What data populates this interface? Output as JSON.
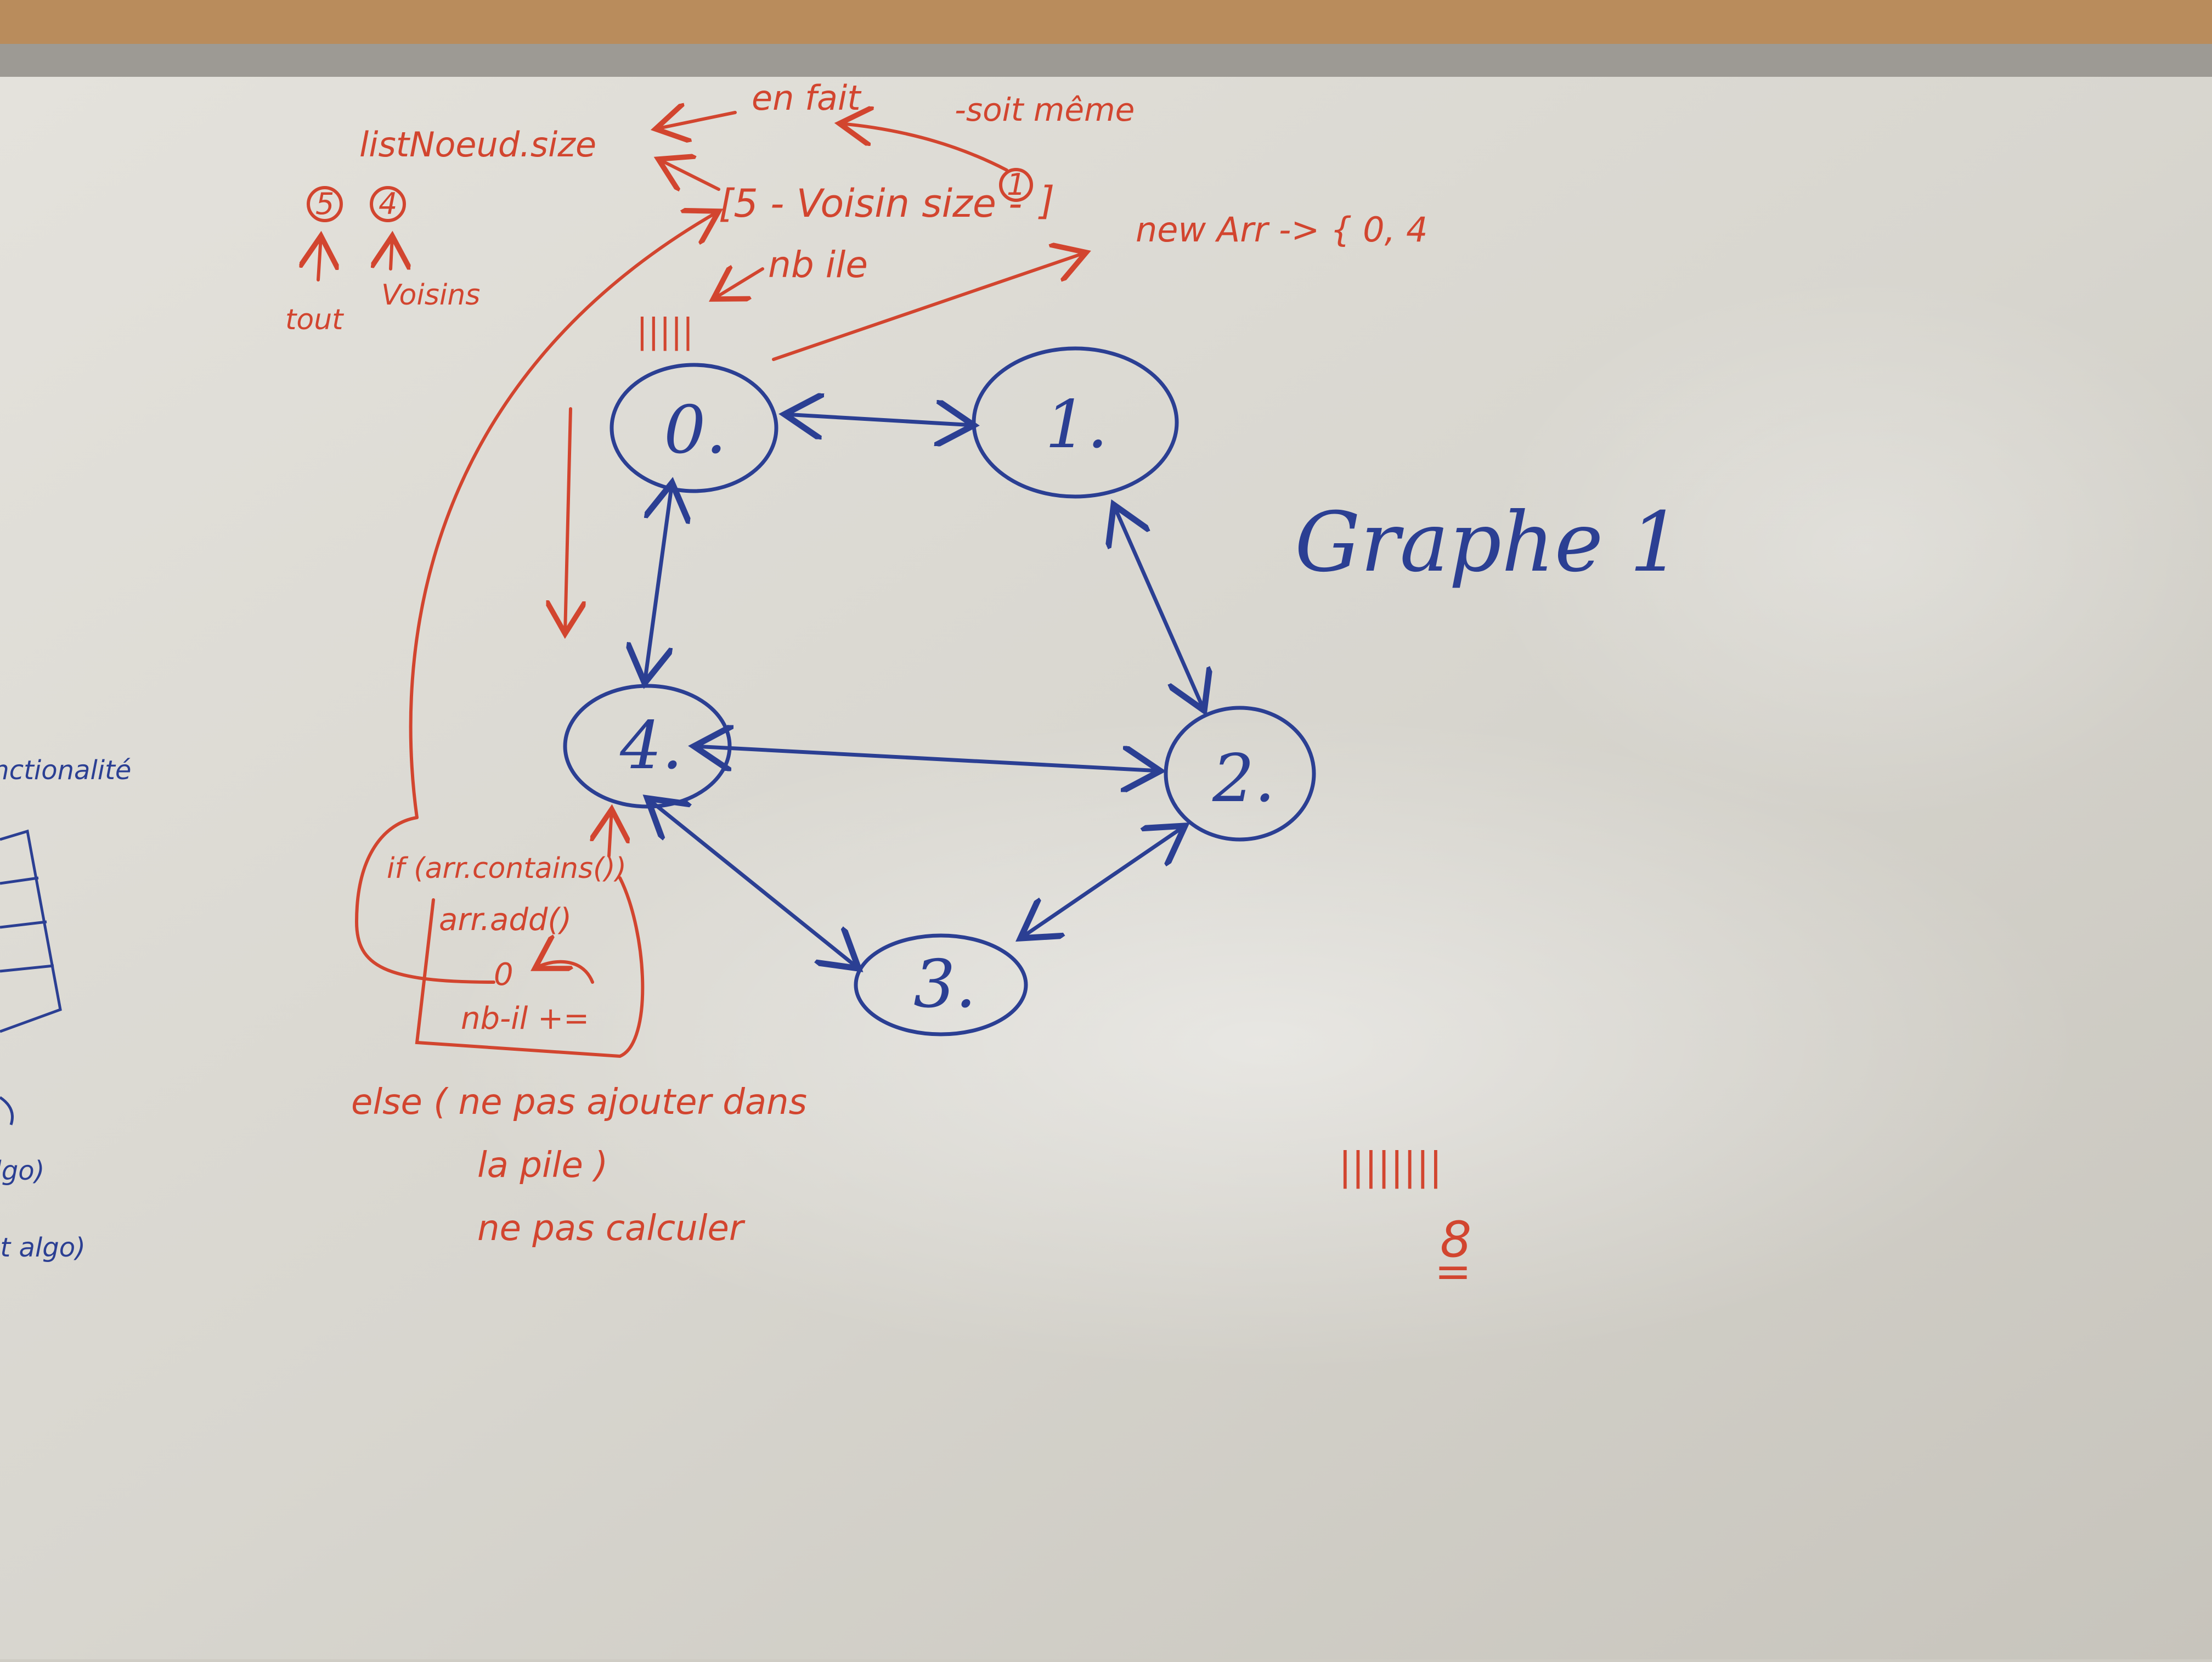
{
  "board_title": "Graphe 1",
  "colors": {
    "blue_marker": "#2b3f93",
    "red_marker": "#d2452f",
    "board": "#dcdad3",
    "frame": "#b98c5c"
  },
  "nodes": [
    {
      "id": "n0",
      "label": "0."
    },
    {
      "id": "n1",
      "label": "1."
    },
    {
      "id": "n2",
      "label": "2."
    },
    {
      "id": "n3",
      "label": "3."
    },
    {
      "id": "n4",
      "label": "4."
    }
  ],
  "red_notes": {
    "list_size": "listNoeud.size",
    "en_fait": "en fait",
    "soit_meme": "-soit même",
    "five": "5",
    "four": "4",
    "one": "1",
    "voisin_size": "[5 - Voisin size -",
    "bracket_close": "]",
    "new_arr": "new Arr -> { 0, 4",
    "nb_ile": "nb ile",
    "tout": "tout",
    "voisins": "Voisins",
    "tally_top": "|||||",
    "if_line": "if (arr.contains())",
    "arr_add": "arr.add()",
    "zero": "0",
    "nb_il": "nb-il +=",
    "else_line": "else ( ne pas ajouter dans",
    "la_pile": "la pile )",
    "ne_pas_calculer": "ne pas calculer",
    "tally_bottom": "||||||||",
    "eq": "=",
    "eight": "8"
  },
  "left_edge": {
    "fonctionalite": "fonctionalité",
    "algo1": "algo)",
    "algo2": "nt algo)"
  }
}
